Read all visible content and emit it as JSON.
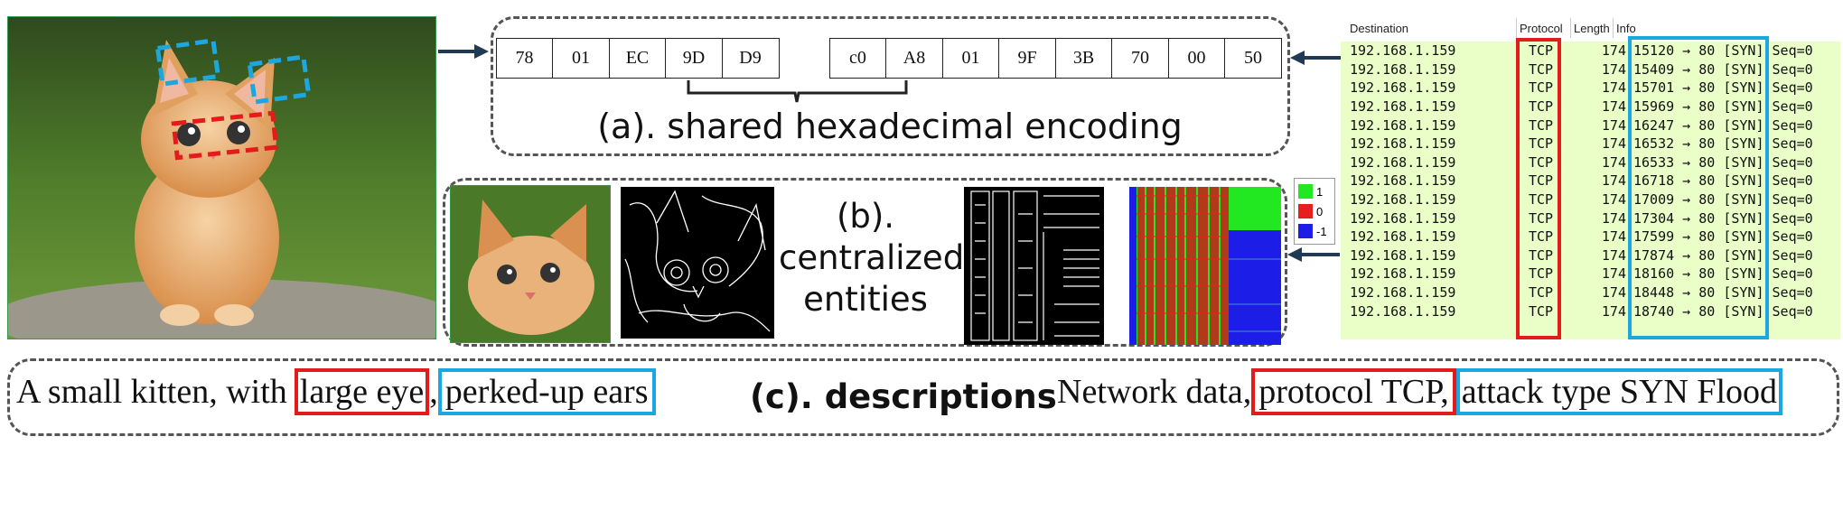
{
  "hex_left": [
    "78",
    "01",
    "EC",
    "9D",
    "D9"
  ],
  "hex_right": [
    "c0",
    "A8",
    "01",
    "9F",
    "3B",
    "70",
    "00",
    "50"
  ],
  "caption_a": "(a). shared hexadecimal encoding",
  "caption_b": [
    "(b).",
    "centralized",
    "entities"
  ],
  "legend": [
    {
      "label": "1",
      "color": "#22e822"
    },
    {
      "label": "0",
      "color": "#e81d1d"
    },
    {
      "label": "-1",
      "color": "#1d1de8"
    }
  ],
  "table": {
    "headers": {
      "destination": "Destination",
      "protocol": "Protocol",
      "length": "Length",
      "info": "Info"
    },
    "rows": [
      {
        "dest": "192.168.1.159",
        "proto": "TCP",
        "len": "174",
        "info": "15120 → 80 [SYN] Seq=0"
      },
      {
        "dest": "192.168.1.159",
        "proto": "TCP",
        "len": "174",
        "info": "15409 → 80 [SYN] Seq=0"
      },
      {
        "dest": "192.168.1.159",
        "proto": "TCP",
        "len": "174",
        "info": "15701 → 80 [SYN] Seq=0"
      },
      {
        "dest": "192.168.1.159",
        "proto": "TCP",
        "len": "174",
        "info": "15969 → 80 [SYN] Seq=0"
      },
      {
        "dest": "192.168.1.159",
        "proto": "TCP",
        "len": "174",
        "info": "16247 → 80 [SYN] Seq=0"
      },
      {
        "dest": "192.168.1.159",
        "proto": "TCP",
        "len": "174",
        "info": "16532 → 80 [SYN] Seq=0"
      },
      {
        "dest": "192.168.1.159",
        "proto": "TCP",
        "len": "174",
        "info": "16533 → 80 [SYN] Seq=0"
      },
      {
        "dest": "192.168.1.159",
        "proto": "TCP",
        "len": "174",
        "info": "16718 → 80 [SYN] Seq=0"
      },
      {
        "dest": "192.168.1.159",
        "proto": "TCP",
        "len": "174",
        "info": "17009 → 80 [SYN] Seq=0"
      },
      {
        "dest": "192.168.1.159",
        "proto": "TCP",
        "len": "174",
        "info": "17304 → 80 [SYN] Seq=0"
      },
      {
        "dest": "192.168.1.159",
        "proto": "TCP",
        "len": "174",
        "info": "17599 → 80 [SYN] Seq=0"
      },
      {
        "dest": "192.168.1.159",
        "proto": "TCP",
        "len": "174",
        "info": "17874 → 80 [SYN] Seq=0"
      },
      {
        "dest": "192.168.1.159",
        "proto": "TCP",
        "len": "174",
        "info": "18160 → 80 [SYN] Seq=0"
      },
      {
        "dest": "192.168.1.159",
        "proto": "TCP",
        "len": "174",
        "info": "18448 → 80 [SYN] Seq=0"
      },
      {
        "dest": "192.168.1.159",
        "proto": "TCP",
        "len": "174",
        "info": "18740 → 80 [SYN] Seq=0"
      }
    ]
  },
  "descriptions": {
    "kitten_prefix": "A small kitten, with",
    "kitten_red": "large eye",
    "kitten_sep": ",",
    "kitten_blue": "perked-up ears",
    "caption_c": "(c). descriptions",
    "net_prefix": "Network data,",
    "net_red": "protocol TCP,",
    "net_blue": "attack type SYN Flood"
  }
}
